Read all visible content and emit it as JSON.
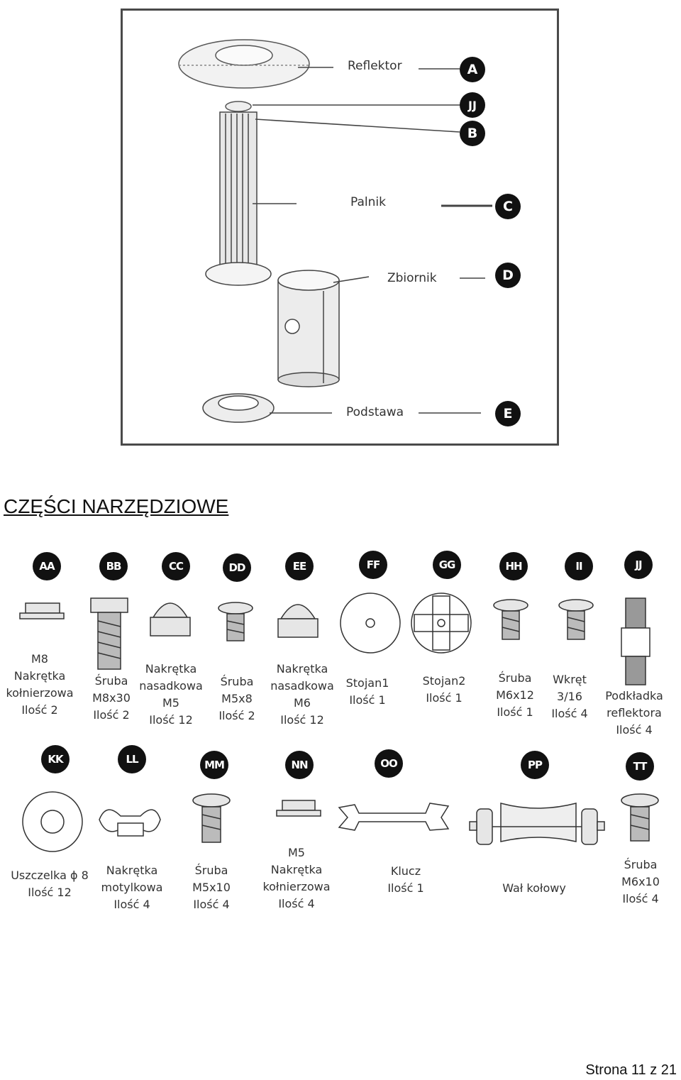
{
  "diagram": {
    "labels": {
      "reflektor": "Reflektor",
      "palnik": "Palnik",
      "zbiornik": "Zbiornik",
      "podstawa": "Podstawa"
    },
    "markers": [
      "A",
      "JJ",
      "B",
      "C",
      "D",
      "E"
    ]
  },
  "section_title": "CZĘŚCI NARZĘDZIOWE",
  "parts": [
    {
      "code": "AA",
      "lines": [
        "M8",
        "Nakrętka",
        "kołnierzowa",
        "Ilość 2"
      ]
    },
    {
      "code": "BB",
      "lines": [
        "Śruba",
        "M8x30",
        "Ilość 2"
      ]
    },
    {
      "code": "CC",
      "lines": [
        "Nakrętka",
        "nasadkowa",
        "M5",
        "Ilość 12"
      ]
    },
    {
      "code": "DD",
      "lines": [
        "Śruba",
        "M5x8",
        "Ilość 2"
      ]
    },
    {
      "code": "EE",
      "lines": [
        "Nakrętka",
        "nasadkowa",
        "M6",
        "Ilość 12"
      ]
    },
    {
      "code": "FF",
      "lines": [
        "Stojan1",
        "Ilość 1"
      ]
    },
    {
      "code": "GG",
      "lines": [
        "Stojan2",
        "Ilość 1"
      ]
    },
    {
      "code": "HH",
      "lines": [
        "Śruba",
        "M6x12",
        "Ilość 1"
      ]
    },
    {
      "code": "II",
      "lines": [
        "Wkręt",
        "3/16",
        "Ilość 4"
      ]
    },
    {
      "code": "JJ",
      "lines": [
        "Podkładka",
        "reflektora",
        "Ilość 4"
      ]
    },
    {
      "code": "KK",
      "lines": [
        "Uszczelka ϕ 8",
        "Ilość 12"
      ]
    },
    {
      "code": "LL",
      "lines": [
        "Nakrętka",
        "motylkowa",
        "Ilość 4"
      ]
    },
    {
      "code": "MM",
      "lines": [
        "Śruba",
        "M5x10",
        "Ilość 4"
      ]
    },
    {
      "code": "NN",
      "lines": [
        "M5",
        "Nakrętka",
        "kołnierzowa",
        "Ilość 4"
      ]
    },
    {
      "code": "OO",
      "lines": [
        "Klucz",
        "Ilość 1"
      ]
    },
    {
      "code": "PP",
      "lines": [
        "Wał kołowy"
      ]
    },
    {
      "code": "TT",
      "lines": [
        "Śruba",
        "M6x10",
        "Ilość 4"
      ]
    }
  ],
  "footer": "Strona 11 z 21"
}
